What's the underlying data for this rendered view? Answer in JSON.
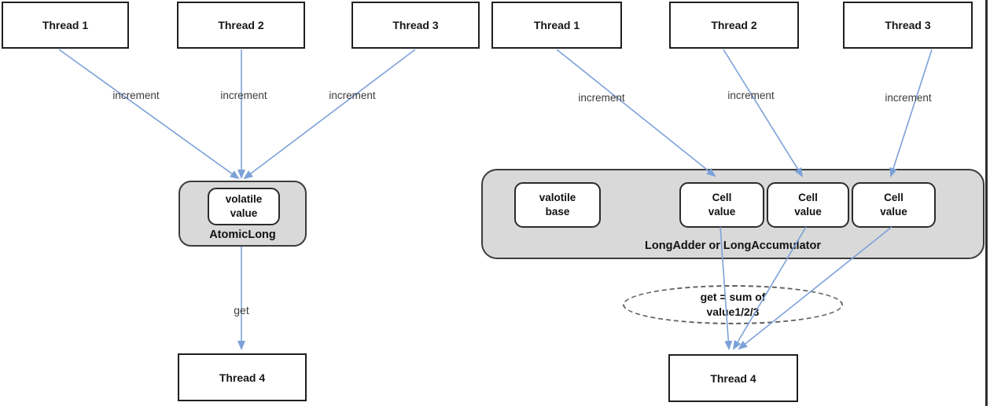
{
  "colors": {
    "arrow_blue": "#7CA1D8",
    "container_gray": "#D9D9D9",
    "box_border": "#1F1F1F"
  },
  "left": {
    "threads_top": [
      "Thread 1",
      "Thread 2",
      "Thread 3"
    ],
    "increments": [
      "increment",
      "increment",
      "increment"
    ],
    "inner_box": "volatile\nvalue",
    "container_label": "AtomicLong",
    "get_label": "get",
    "thread_bottom": "Thread 4"
  },
  "right": {
    "threads_top": [
      "Thread 1",
      "Thread 2",
      "Thread 3"
    ],
    "increments": [
      "increment",
      "increment",
      "increment"
    ],
    "base_box": "valotile\nbase",
    "cells": [
      "Cell\nvalue",
      "Cell\nvalue",
      "Cell\nvalue"
    ],
    "container_label": "LongAdder or LongAccumulator",
    "sum_note": "get = sum of\nvalue1/2/3",
    "thread_bottom": "Thread 4"
  }
}
